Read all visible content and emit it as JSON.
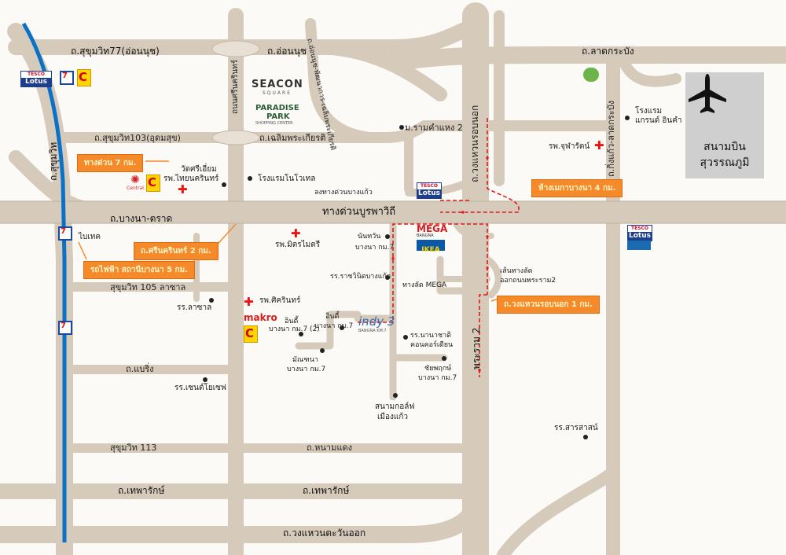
{
  "roads": {
    "sukhumvit77": "ถ.สุขุมวิท77(อ่อนนุช)",
    "onnut": "ถ.อ่อนนุช",
    "latkrabang": "ถ.ลาดกระบัง",
    "onnut_phatthanakan": "ถ.อ่อนนุช-พัฒนาการ-เฉลิมพระเกียรติ",
    "srinakarin": "ถนนศรีนครินทร์",
    "sukhumvit103": "ถ.สุขุมวิท103(อุดมสุข)",
    "chaloemphrakiat": "ถ.เฉลิมพระเกียรติ",
    "ramkhamhaeng2": "ม.รามคำแหง 2",
    "kanchanaphisek": "ถ.วงแหวนรอบนอก",
    "kingkaeo": "ถ.กิ่งแก้ว-ลาดกระบัง",
    "sukhumvit": "ถ.สุขุมวิท",
    "bangna_trat": "ถ.บางนา-ตราด",
    "burapha_withi": "ทางด่วนบูรพาวิถี",
    "bangna_interchange": "ลงทางด่วนบางแก้ว",
    "sukhumvit105": "สุขุมวิท 105 ลาซาล",
    "baering": "ถ.แบริ่ง",
    "sukhumvit113": "สุขุมวิท 113",
    "nanmaeng": "ถ.หนามแดง",
    "theparak_left": "ถ.เทพารักษ์",
    "theparak_right": "ถ.เทพารักษ์",
    "wongwaen_east": "ถ.วงแหวนตะวันออก",
    "phraram2": "พระราม 2",
    "mega_shortcut": "ทางลัด MEGA",
    "shortcut_note_1": "เส้นทางลัด",
    "shortcut_note_2": "ออกถนนพระราม2"
  },
  "places": {
    "seacon": "SEACON",
    "seacon_sub": "SQUARE",
    "paradise": "PARADISE",
    "paradise_2": "PARK",
    "paradise_sub": "SHOPPING CENTER",
    "wat_si_iam": "วัดศรีเอี่ยม",
    "hosp_thai_nakarin": "รพ.ไทยนครินทร์",
    "novotel": "โรงแรมโนโวเทล",
    "hosp_chularat": "รพ.จุฬารัตน์",
    "hotel_1": "โรงแรม",
    "hotel_2": "แกรนด์ อินคำ",
    "bitec": "ไบเทค",
    "hosp_mitmaitri": "รพ.มิตรไมตรี",
    "nanthawan_1": "นันทวัน",
    "nanthawan_2": "บางนา กม.7",
    "rajavinit": "รร.ราชวินิตบางแก้ว",
    "hosp_sikarin": "รพ.ศิครินทร์",
    "lasalle_school": "รร.ลาซาล",
    "makro": "makro",
    "indy2_1": "อินดี้",
    "indy2_2": "บางนา กม.7 (2)",
    "indy_1": "อินดี้",
    "indy_2": "บางนา กม.7",
    "manthana_1": "มัณฑนา",
    "manthana_2": "บางนา กม.7",
    "nationality_1": "รร.นานาชาติ",
    "nationality_2": "คอนคอร์เดียน",
    "chaiyaphruek_1": "ชัยพฤกษ์",
    "chaiyaphruek_2": "บางนา กม.7",
    "stpeter": "รร.เซนต์โยเซฟ",
    "golf_1": "สนามกอล์ฟ",
    "golf_2": "เมืองแก้ว",
    "sarasas": "รร.สารสาสน์",
    "airport_1": "สนามบิน",
    "airport_2": "สุวรรณภูมิ",
    "mega": "MEGA",
    "mega_sub": "BANGNA",
    "ikea": "IKEA",
    "indy3": "indy 3",
    "indy3_sub": "BANGNA KM.7",
    "tesco_top": "TESCO",
    "tesco_bottom": "Lotus",
    "central": "Central"
  },
  "callouts": {
    "c1": "ทางด่วน 7 กม.",
    "c2": "ห้างเมกาบางนา 4 กม.",
    "c3": "ถ.ศรีนครินทร์ 2 กม.",
    "c4": "รถไฟฟ้า สถานีบางนา 5 กม.",
    "c5": "ถ.วงแหวนรอบนอก 1 กม."
  },
  "colors": {
    "road": "#d6cabb",
    "road_edge": "#c4b6a4",
    "bts_line": "#0a71c7",
    "route": "#e11a1a",
    "callout": "#f58a2a",
    "airport_box": "#cfcfcf"
  },
  "icons": {
    "airport": "airplane-icon",
    "hospital": "red-cross-icon",
    "bts": "bts-station-icon",
    "seven": "seven-eleven-icon",
    "bigc": "big-c-icon"
  }
}
